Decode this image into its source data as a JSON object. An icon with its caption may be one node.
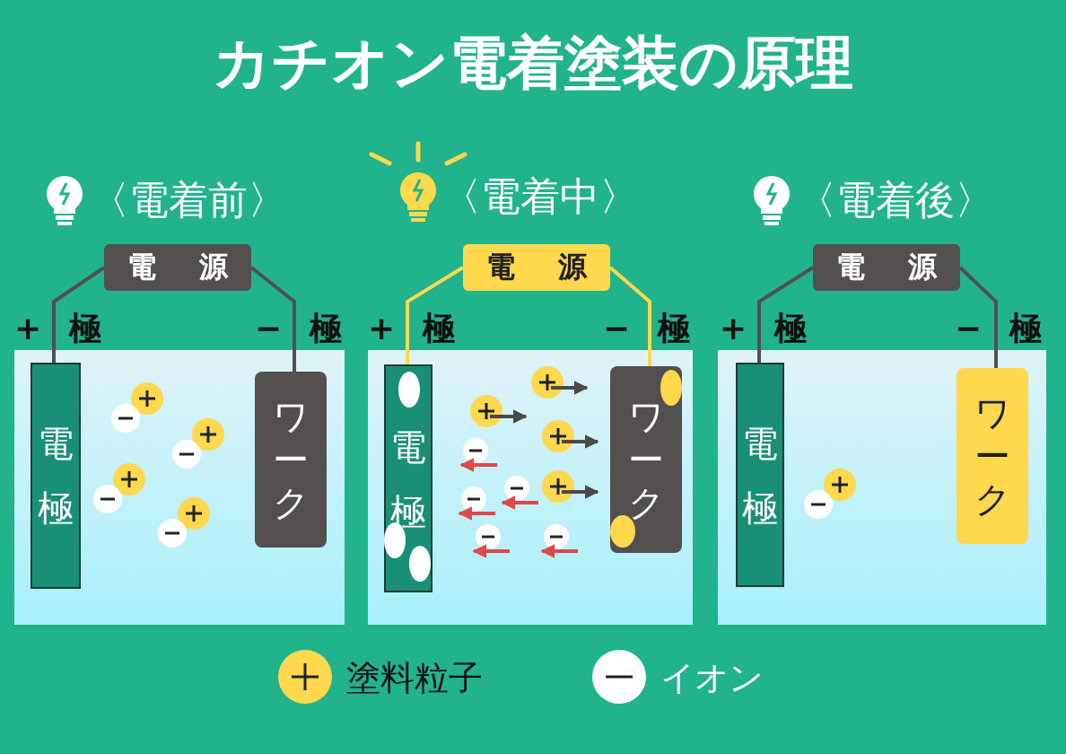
{
  "diagram": {
    "title": "カチオン電着塗装の原理",
    "nodes": [
      {
        "text": [
          "電 源"
        ]
      },
      {
        "text": [
          "電極"
        ]
      },
      {
        "text": [
          "ワーク"
        ]
      },
      {
        "text": [
          "電 源"
        ]
      },
      {
        "text": [
          "電極"
        ]
      },
      {
        "text": [
          "ワーク"
        ]
      },
      {
        "text": [
          "電 源"
        ]
      },
      {
        "text": [
          "電極"
        ]
      },
      {
        "text": [
          "ワーク"
        ]
      }
    ],
    "edges": [
      {
        "from": 0,
        "to": 1,
        "arrow": "none"
      },
      {
        "from": 0,
        "to": 2,
        "arrow": "none"
      },
      {
        "from": 3,
        "to": 4,
        "arrow": "none",
        "color": "#ffd84d"
      },
      {
        "from": 3,
        "to": 5,
        "arrow": "none",
        "color": "#ffd84d"
      },
      {
        "from": 6,
        "to": 7,
        "arrow": "none"
      },
      {
        "from": 6,
        "to": 8,
        "arrow": "none"
      }
    ],
    "labels": [
      "〈電着前〉",
      "〈電着中〉",
      "〈電着後〉",
      "+ 極",
      "− 極",
      "+ 極",
      "− 極",
      "+ 極",
      "− 極"
    ],
    "legend": [
      {
        "text": "塗料粒子"
      },
      {
        "text": "イオン"
      }
    ]
  }
}
